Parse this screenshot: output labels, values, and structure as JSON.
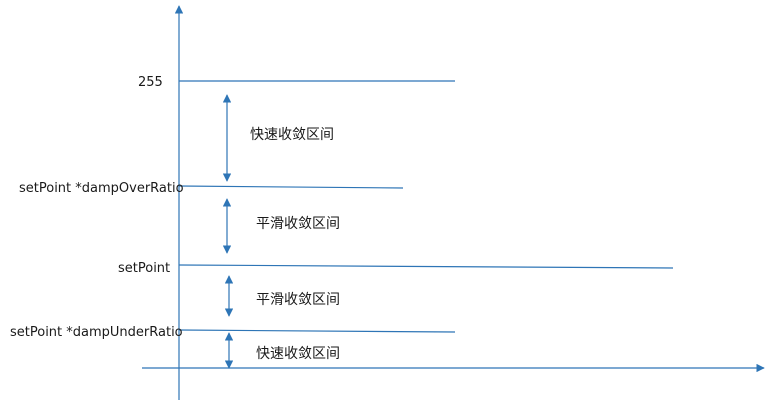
{
  "diagram": {
    "level_labels": {
      "top": "255",
      "over": "setPoint *dampOverRatio",
      "setpoint": "setPoint",
      "under": "setPoint *dampUnderRatio"
    },
    "zone_labels": {
      "fast_upper": "快速收敛区间",
      "smooth_upper": "平滑收敛区间",
      "smooth_lower": "平滑收敛区间",
      "fast_lower": "快速收敛区间"
    },
    "colors": {
      "line": "#2e75b6",
      "text": "#1a1a1a"
    }
  }
}
